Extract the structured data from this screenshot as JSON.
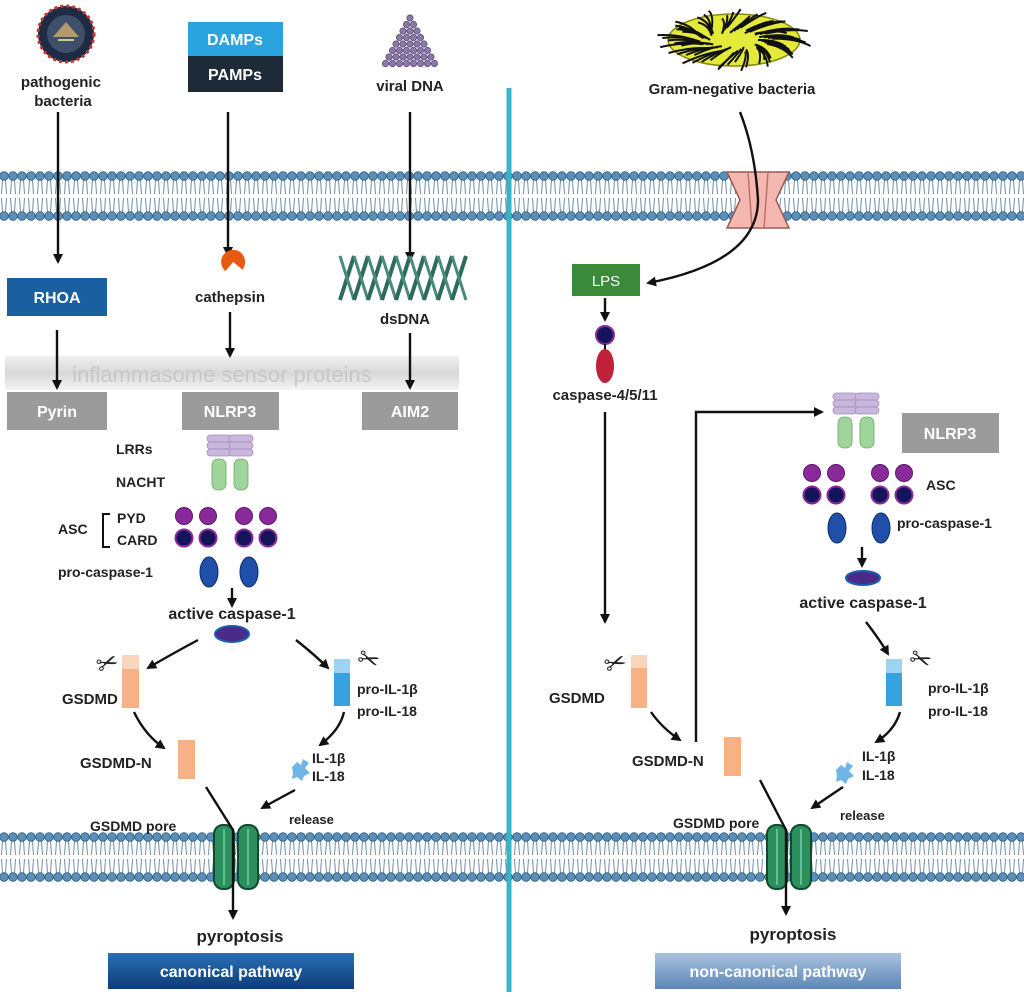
{
  "canonical": {
    "pathogenic_bacteria": [
      "pathogenic",
      "bacteria"
    ],
    "damps": "DAMPs",
    "pamps": "PAMPs",
    "viral_dna": "viral DNA",
    "rhoa": "RHOA",
    "cathepsin": "cathepsin",
    "dsdna": "dsDNA",
    "sensor_band": "inflammasome sensor proteins",
    "pyrin": "Pyrin",
    "nlrp3": "NLRP3",
    "aim2": "AIM2",
    "lrrs": "LRRs",
    "nacht": "NACHT",
    "asc": "ASC",
    "pyd": "PYD",
    "card": "CARD",
    "pro_caspase1": "pro-caspase-1",
    "active_caspase1": "active caspase-1",
    "gsdmd": "GSDMD",
    "pro_il1b": "pro-IL-1β",
    "pro_il18": "pro-IL-18",
    "gsdmd_n": "GSDMD-N",
    "il1b": "IL-1β",
    "il18": "IL-18",
    "release": "release",
    "gsdmd_pore": "GSDMD pore",
    "pyroptosis": "pyroptosis",
    "pathway": "canonical pathway"
  },
  "noncanonical": {
    "gram_negative": "Gram-negative bacteria",
    "lps": "LPS",
    "caspase_4511": "caspase-4/5/11",
    "nlrp3": "NLRP3",
    "asc": "ASC",
    "pro_caspase1": "pro-caspase-1",
    "active_caspase1": "active caspase-1",
    "gsdmd": "GSDMD",
    "pro_il1b": "pro-IL-1β",
    "pro_il18": "pro-IL-18",
    "gsdmd_n": "GSDMD-N",
    "il1b": "IL-1β",
    "il18": "IL-18",
    "release": "release",
    "gsdmd_pore": "GSDMD pore",
    "pyroptosis": "pyroptosis",
    "pathway": "non-canonical pathway"
  },
  "colors": {
    "divider": "#35b5c8",
    "membrane_head": "#5b8fb8",
    "box_blue": "#1a5fa0",
    "box_gray": "#9b9b9b",
    "damps_box": "#29a4df",
    "pamps_box": "#1d2a38",
    "lps_box": "#3a8a3a",
    "lrr": "#c9b7dc",
    "nacht": "#9fd49a",
    "pyd": "#8a2a9a",
    "card": "#14145a",
    "procasp": "#1f4fa8",
    "active": "#4b2a8a",
    "gsdmd": "#f6b184",
    "il": "#36a3e0",
    "pore": "#2e8f5e",
    "cathepsin": "#e85a10",
    "channel": "#f4b8b0"
  }
}
